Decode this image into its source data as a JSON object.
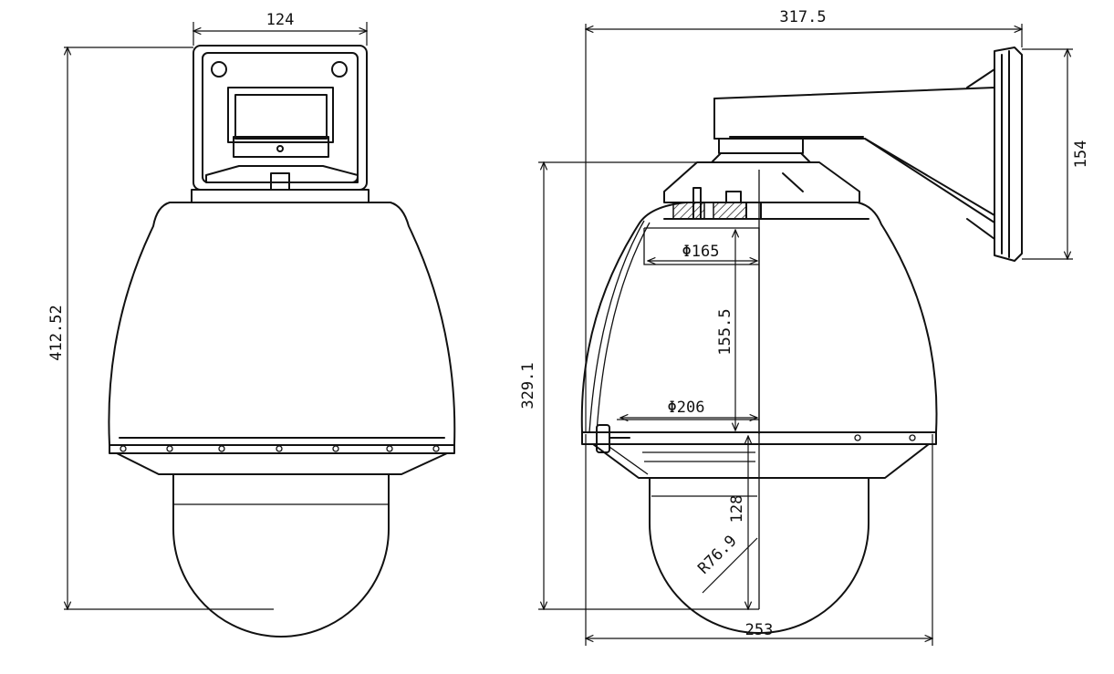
{
  "front_view": {
    "width_dim": "124",
    "height_dim": "412.52"
  },
  "side_view": {
    "overall_width_dim": "317.5",
    "mount_height_dim": "154",
    "body_height_dim": "329.1",
    "inner_diameter_top": "Φ165",
    "inner_height": "155.5",
    "inner_diameter_bottom": "Φ206",
    "dome_height": "128",
    "dome_radius": "R76.9",
    "base_width_dim": "253"
  }
}
